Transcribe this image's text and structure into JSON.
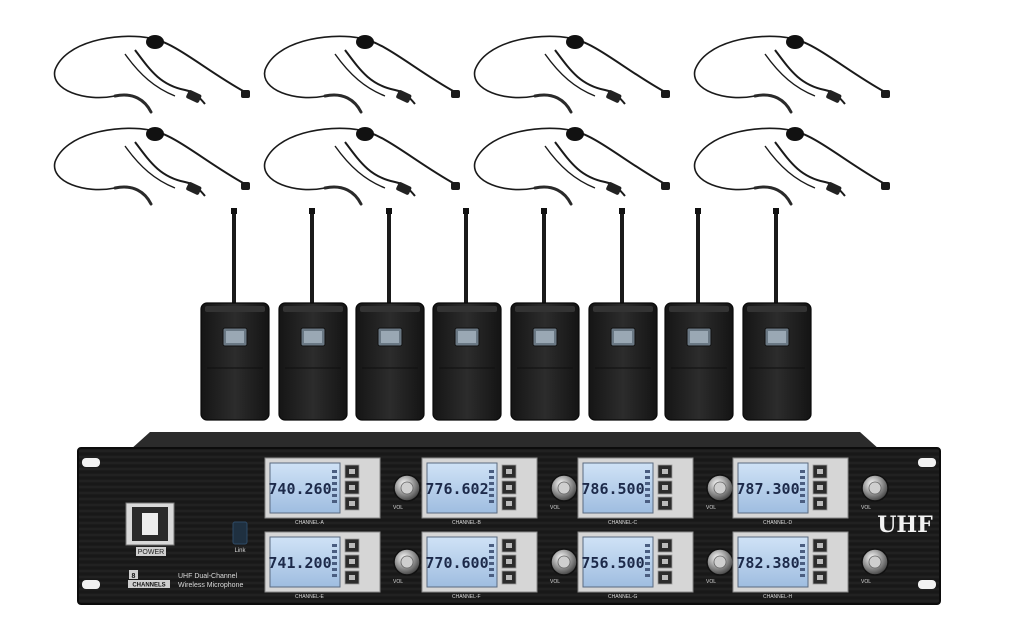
{
  "receiver": {
    "brand_label": "UHF",
    "power_label": "POWER",
    "channels_badge": "CHANNELS",
    "badge_number": "8",
    "description_line1": "UHF Dual-Channel",
    "description_line2": "Wireless Microphone",
    "sensor_label": "Link",
    "volume_label": "VOL",
    "channels": [
      {
        "label": "CHANNEL-A",
        "frequency": "740.260"
      },
      {
        "label": "CHANNEL-B",
        "frequency": "776.602"
      },
      {
        "label": "CHANNEL-C",
        "frequency": "786.500"
      },
      {
        "label": "CHANNEL-D",
        "frequency": "787.300"
      },
      {
        "label": "CHANNEL-E",
        "frequency": "741.200"
      },
      {
        "label": "CHANNEL-F",
        "frequency": "770.600"
      },
      {
        "label": "CHANNEL-G",
        "frequency": "756.500"
      },
      {
        "label": "CHANNEL-H",
        "frequency": "782.380"
      }
    ]
  },
  "headsets": {
    "count": 8
  },
  "bodypacks": {
    "count": 8
  },
  "colors": {
    "panel": "#1a1a1a",
    "lcd": "#b9d3ee",
    "lcd_text": "#1d2a4a",
    "bodypack": "#222222",
    "background": "#ffffff"
  }
}
